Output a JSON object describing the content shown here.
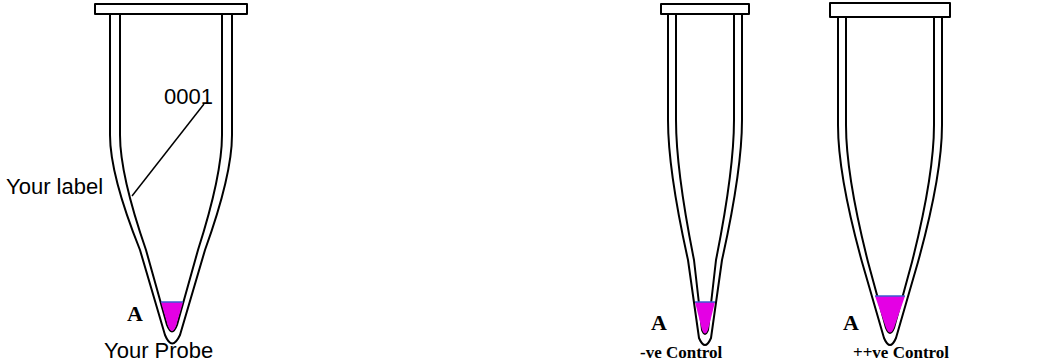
{
  "diagram": {
    "labels": [
      "0001",
      "Your label",
      "A",
      "Your Probe",
      "A",
      "-ve Control",
      "A",
      "++ve Control"
    ]
  }
}
